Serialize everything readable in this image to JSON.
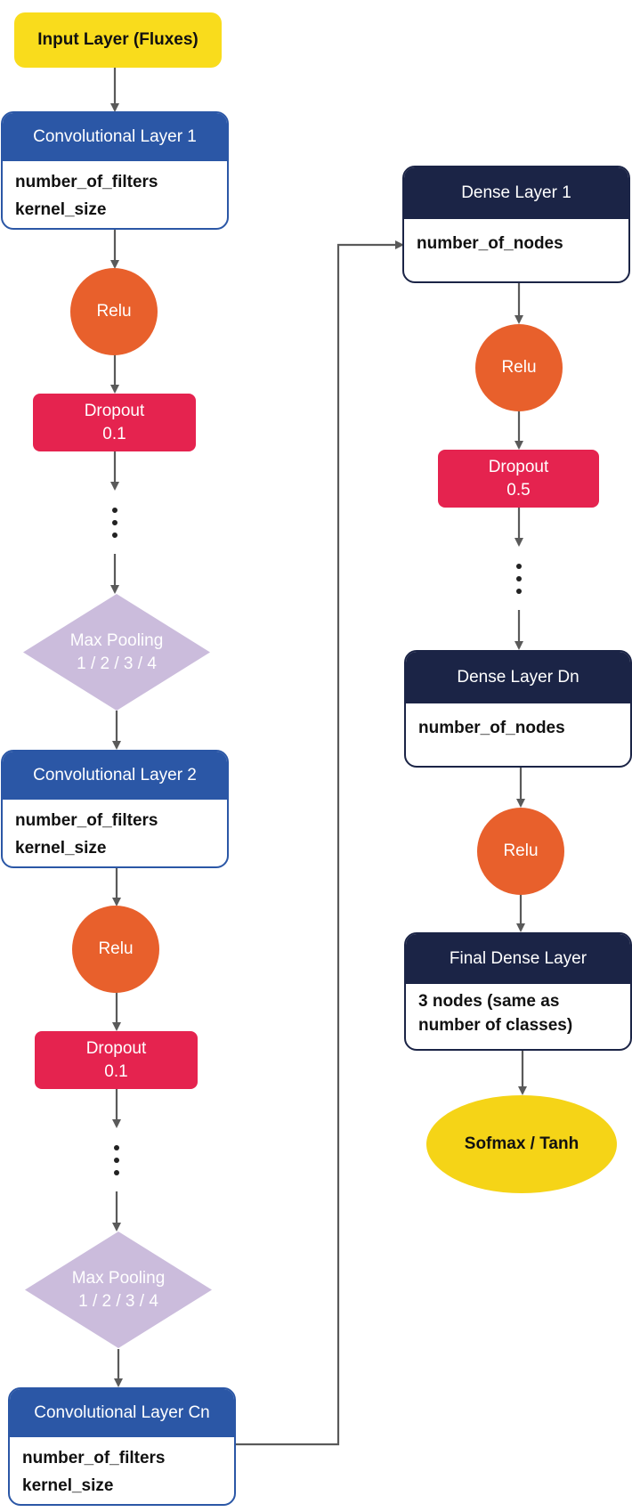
{
  "input": {
    "label": "Input Layer (Fluxes)"
  },
  "conv1": {
    "title": "Convolutional Layer 1",
    "params": [
      "number_of_filters",
      "kernel_size"
    ]
  },
  "conv1_relu": {
    "label": "Relu"
  },
  "conv1_dropout": {
    "label": "Dropout",
    "value": "0.1"
  },
  "conv1_pool": {
    "label": "Max Pooling",
    "options": "1 / 2 / 3 / 4"
  },
  "conv2": {
    "title": "Convolutional Layer 2",
    "params": [
      "number_of_filters",
      "kernel_size"
    ]
  },
  "conv2_relu": {
    "label": "Relu"
  },
  "conv2_dropout": {
    "label": "Dropout",
    "value": "0.1"
  },
  "conv2_pool": {
    "label": "Max Pooling",
    "options": "1 / 2 / 3 / 4"
  },
  "convn": {
    "title": "Convolutional Layer Cn",
    "params": [
      "number_of_filters",
      "kernel_size"
    ]
  },
  "dense1": {
    "title": "Dense Layer 1",
    "params": [
      "number_of_nodes"
    ]
  },
  "dense1_relu": {
    "label": "Relu"
  },
  "dense1_dropout": {
    "label": "Dropout",
    "value": "0.5"
  },
  "densen": {
    "title": "Dense Layer Dn",
    "params": [
      "number_of_nodes"
    ]
  },
  "densen_relu": {
    "label": "Relu"
  },
  "final": {
    "title": "Final Dense Layer",
    "params": [
      "3 nodes (same as",
      "number of classes)"
    ]
  },
  "output": {
    "label": "Sofmax / Tanh"
  },
  "colors": {
    "input": "#f9dc1c",
    "conv_header": "#2b57a6",
    "dense_header": "#1b2446",
    "relu": "#e8602c",
    "dropout": "#e5234f",
    "pooling": "#cbbcdc",
    "softmax": "#f5d417",
    "arrow": "#5a5a5a"
  }
}
